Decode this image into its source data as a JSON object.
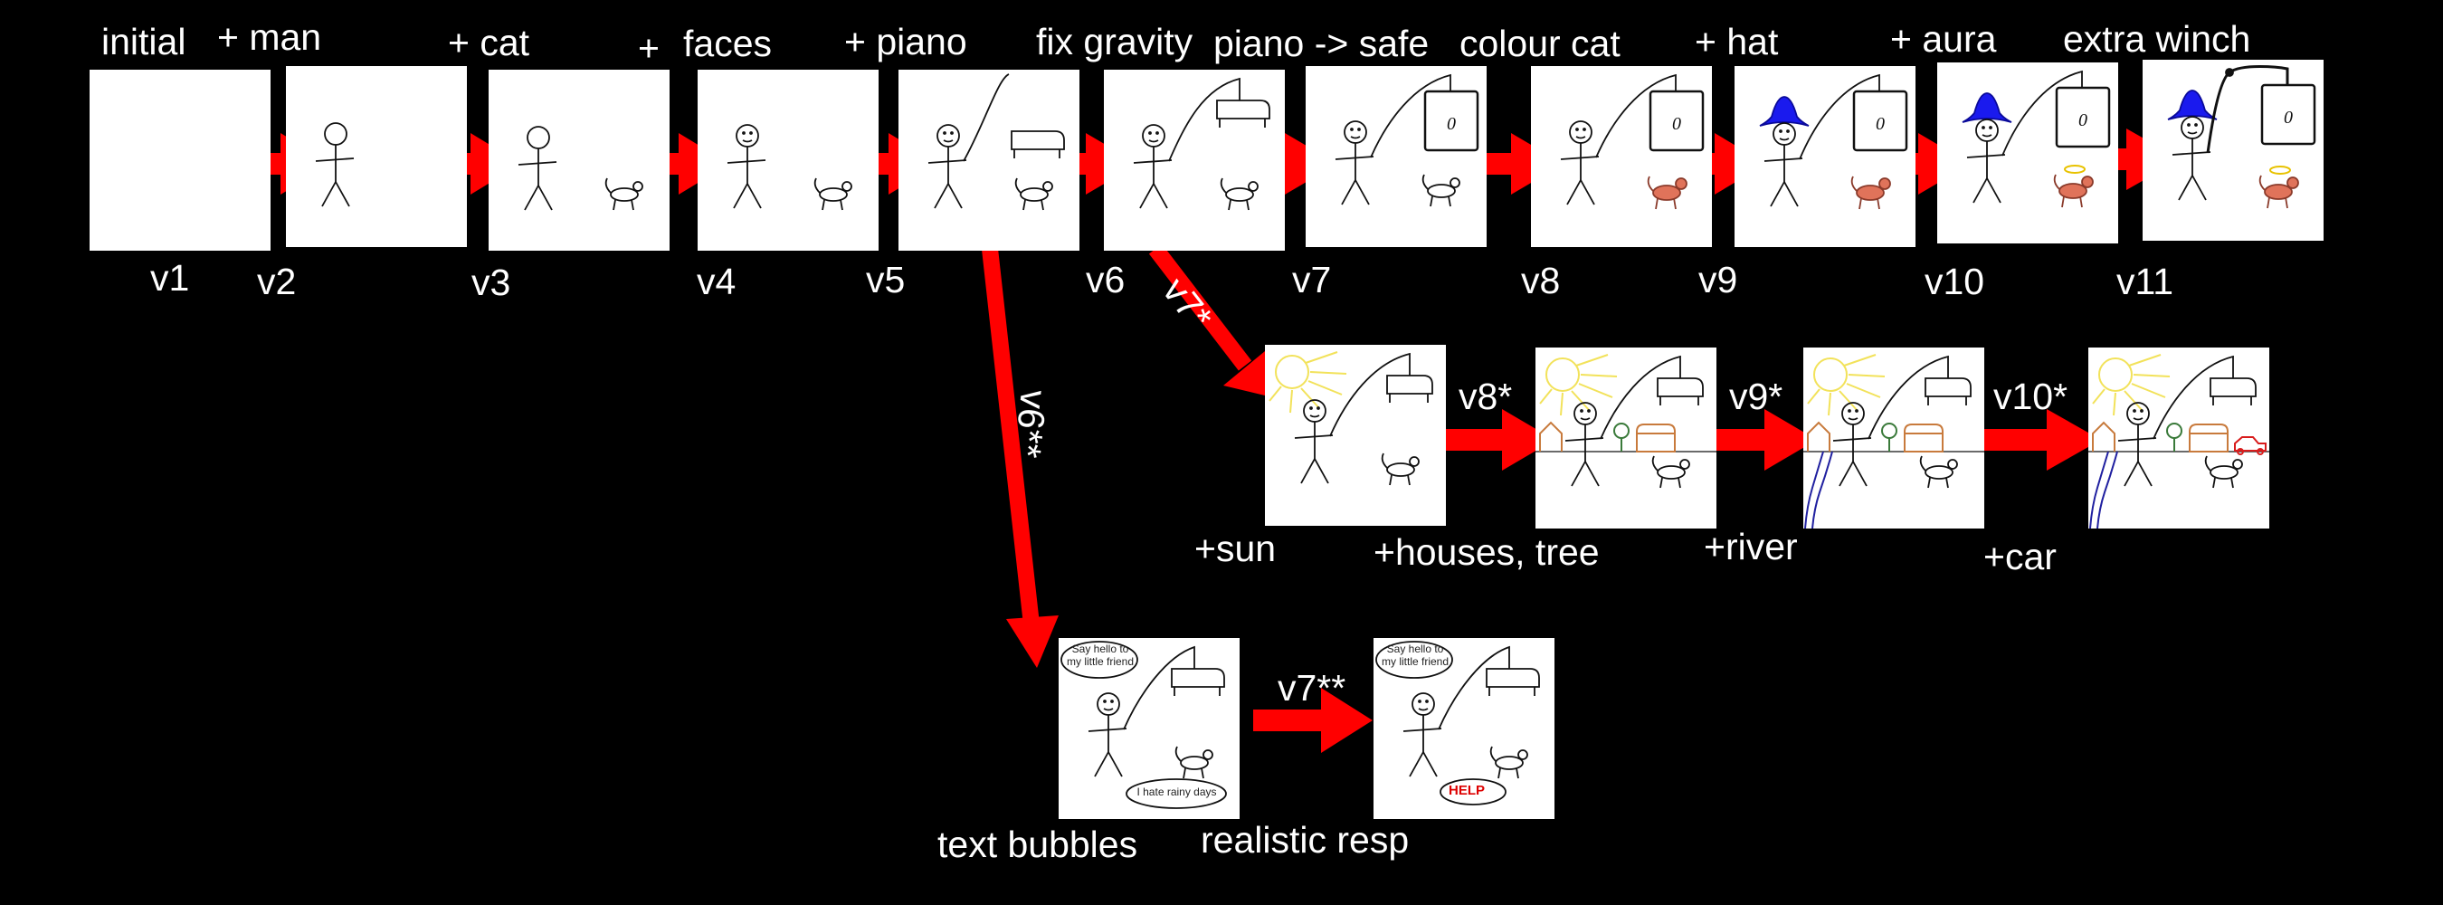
{
  "title": "",
  "versions": {
    "v1": "v1",
    "v2": "v2",
    "v3": "v3",
    "v4": "v4",
    "v5": "v5",
    "v6": "v6",
    "v7": "v7",
    "v8": "v8",
    "v9": "v9",
    "v10": "v10",
    "v11": "v11"
  },
  "steps": {
    "initial": "initial",
    "man": "+ man",
    "cat": "+ cat",
    "faces_plus": "+",
    "faces": "faces",
    "piano": "+ piano",
    "gravity": "fix gravity",
    "safe": "piano -> safe",
    "colour_cat": "colour cat",
    "hat": "+ hat",
    "aura": "+ aura",
    "winch": "extra winch"
  },
  "branch1": {
    "edge_label": "v7*",
    "v8_label": "v8*",
    "v9_label": "v9*",
    "v10_label": "v10*",
    "sun": "+sun",
    "houses": "+houses, tree",
    "river": "+river",
    "car": "+car"
  },
  "branch2": {
    "edge_label": "v6**",
    "v7_label": "v7**",
    "bubbles": "text bubbles",
    "resp": "realistic resp",
    "bubble_hello": "Say hello to my little friend",
    "bubble_rain": "I hate rainy days",
    "bubble_help": "HELP"
  },
  "colors": {
    "background": "#000000",
    "arrow": "#ff0000",
    "frame": "#ffffff",
    "hat": "#1a1aee",
    "cat_colour": "#e0735a",
    "aura": "#e8c200",
    "sun": "#f2e25a",
    "house": "#c87a3c",
    "tree": "#3a7a3a",
    "river": "#2020a0",
    "car": "#d81c1c",
    "help_text": "#dd0000"
  }
}
